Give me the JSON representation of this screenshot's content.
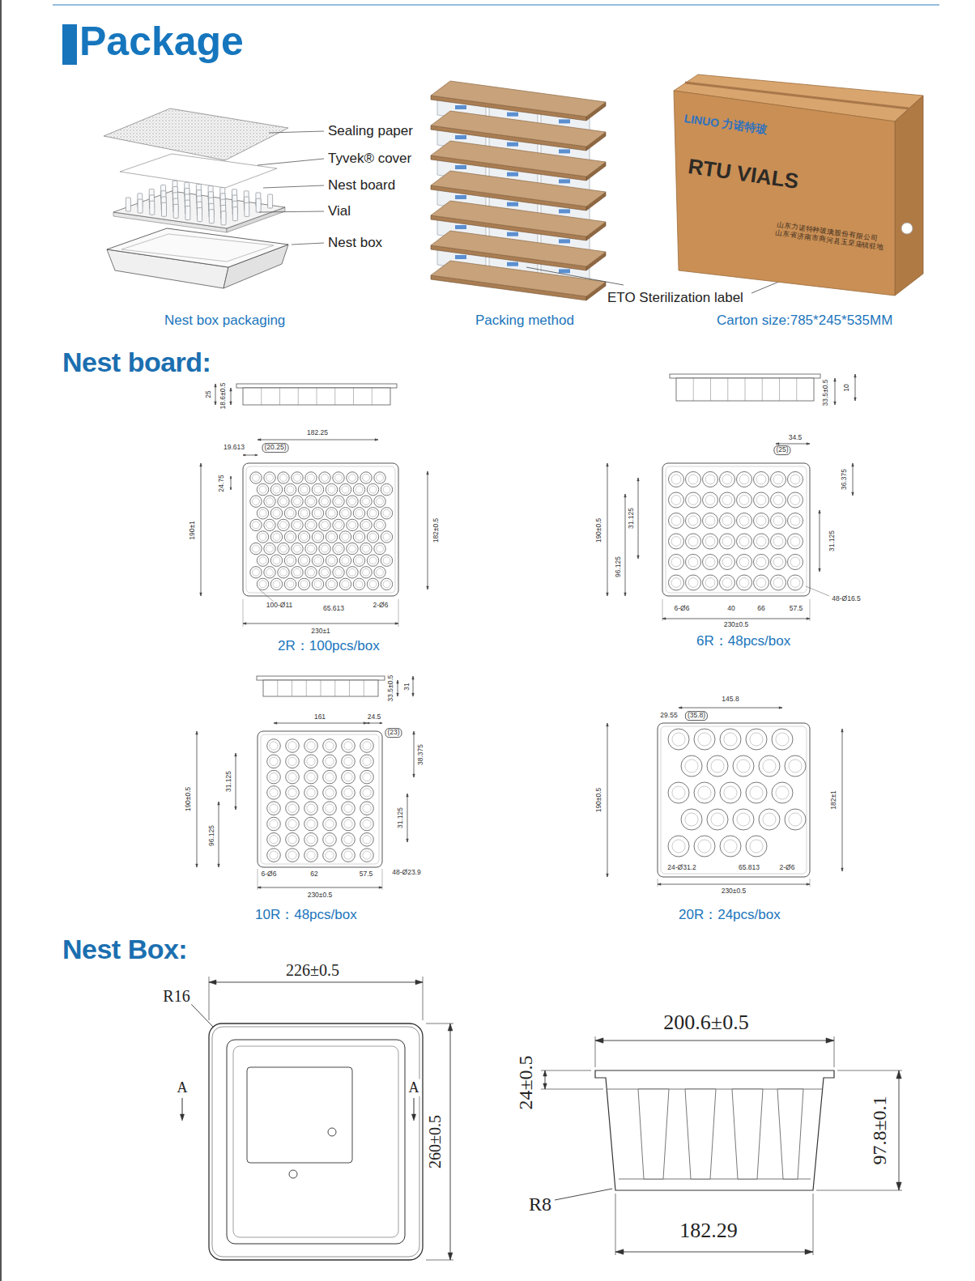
{
  "diagram": {
    "title": "Package",
    "nodes": [
      {
        "text": [
          "LINUO 力诺特玻",
          "RTU VIALS",
          "山东力诺特种玻璃股份有限公司 山东省济南市商河县玉皇庙镇驻地"
        ]
      }
    ],
    "labels": [
      "Sealing paper",
      "Tyvek® cover",
      "Nest board",
      "Vial",
      "Nest box",
      "ETO Sterilization label",
      "Nest box packaging",
      "Packing method",
      "Carton size:785*245*535MM",
      "Nest board:",
      "2R：100pcs/box",
      "6R：48pcs/box",
      "10R：48pcs/box",
      "20R：24pcs/box",
      "Nest Box:",
      "25",
      "18.6±0.5",
      "182.25",
      "19.613",
      "(20.25)",
      "24.75",
      "190±1",
      "182±0.5",
      "100-Ø11",
      "65.613",
      "2-Ø6",
      "230±1",
      "10",
      "33.5±0.5",
      "34.5",
      "(25)",
      "190±0.5",
      "31.125",
      "96.125",
      "36.375",
      "31.125",
      "6-Ø6",
      "40",
      "66",
      "57.5",
      "48-Ø16.5",
      "230±0.5",
      "31",
      "33.5±0.5",
      "161",
      "24.5",
      "(23)",
      "190±0.5",
      "31.125",
      "96.125",
      "38.375",
      "31.125",
      "6-Ø6",
      "62",
      "57.5",
      "48-Ø23.9",
      "230±0.5",
      "145.8",
      "29.55",
      "(35.8)",
      "190±0.5",
      "182±1",
      "24-Ø31.2",
      "65.813",
      "2-Ø6",
      "230±0.5",
      "226±0.5",
      "R16",
      "A",
      "A",
      "260±0.5",
      "200.6±0.5",
      "24±0.5",
      "97.8±0.1",
      "R8",
      "182.29"
    ]
  }
}
